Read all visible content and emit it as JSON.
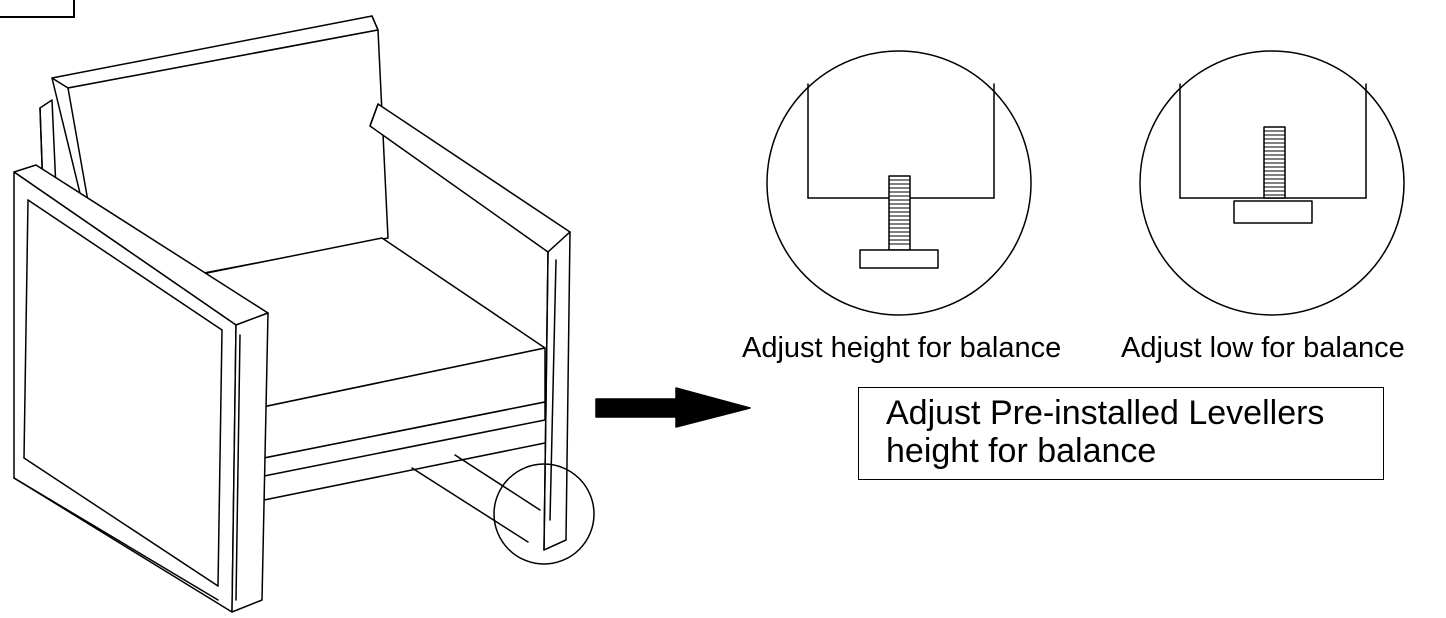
{
  "step": {
    "label": ""
  },
  "captions": {
    "high": "Adjust height for balance",
    "low": "Adjust low for balance"
  },
  "note": {
    "line1": "Adjust Pre-installed Levellers",
    "line2": "height for balance"
  },
  "icons": {
    "chair": "armchair-line-drawing",
    "arrow": "right-arrow-icon",
    "detail_high": "leveller-detail-extended",
    "detail_low": "leveller-detail-retracted"
  },
  "colors": {
    "line": "#000000",
    "background": "#ffffff"
  }
}
